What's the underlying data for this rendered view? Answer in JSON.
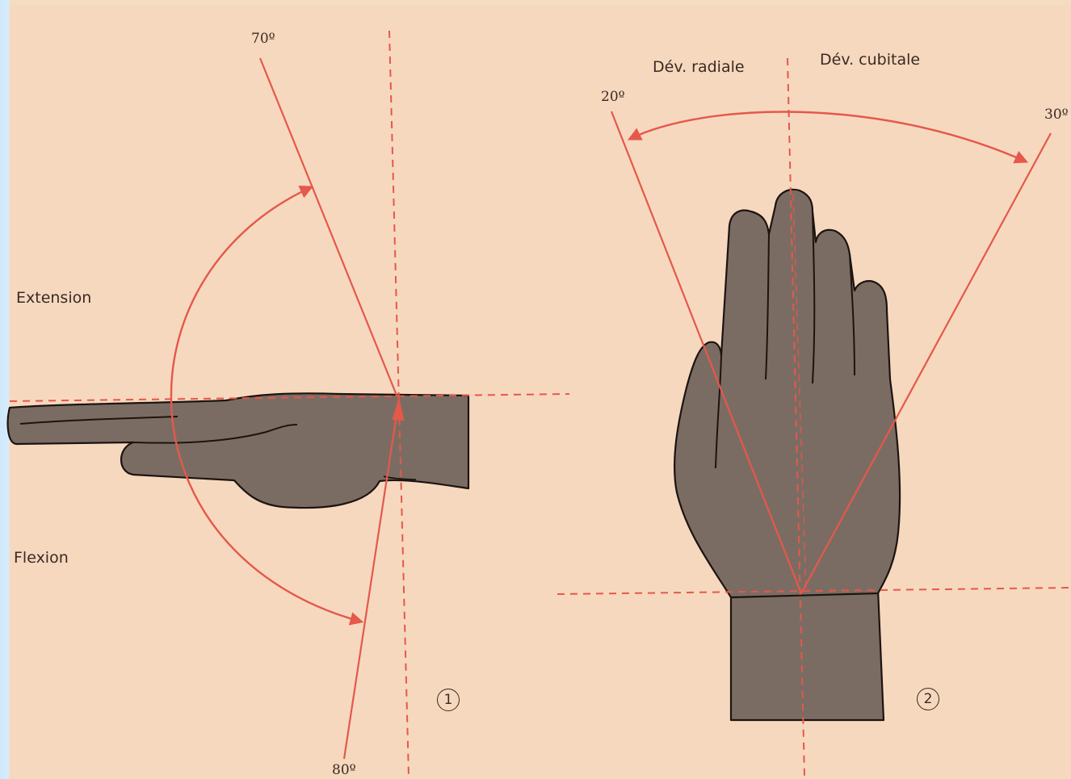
{
  "figure1": {
    "extension_label": "Extension",
    "flexion_label": "Flexion",
    "extension_angle": "70º",
    "flexion_angle": "80º",
    "number": "1"
  },
  "figure2": {
    "radial_label": "Dév. radiale",
    "ulnar_label": "Dév. cubitale",
    "radial_angle": "20º",
    "ulnar_angle": "30º",
    "number": "2"
  },
  "colors": {
    "background": "#f6d8bf",
    "hand": "#7b6c63",
    "guide_line": "#e5584a",
    "outline": "#1c1410"
  }
}
